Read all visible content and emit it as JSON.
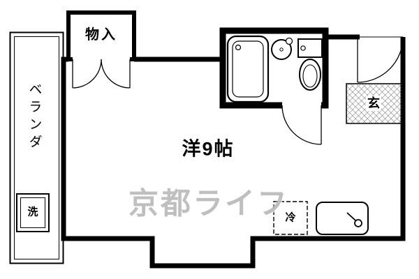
{
  "rooms": {
    "main": {
      "label": "洋9帖"
    },
    "closet": {
      "label": "物入"
    },
    "veranda": {
      "label": "ベランダ"
    },
    "entrance": {
      "label": "玄"
    },
    "washer": {
      "label": "洗"
    },
    "fridge": {
      "label": "冷"
    }
  },
  "fixtures": {
    "bathtub": "bathtub-icon",
    "toilet": "toilet-icon",
    "wash_basin": "wash-basin-icon",
    "kitchen_sink": "kitchen-sink-icon",
    "doors": "door-swing-arc-icon"
  },
  "watermark": {
    "text": "京都ライフ"
  },
  "colors": {
    "wall": "#000000",
    "thin_line": "#000000",
    "hatch": "#4a4a4a",
    "watermark": "#848484"
  }
}
